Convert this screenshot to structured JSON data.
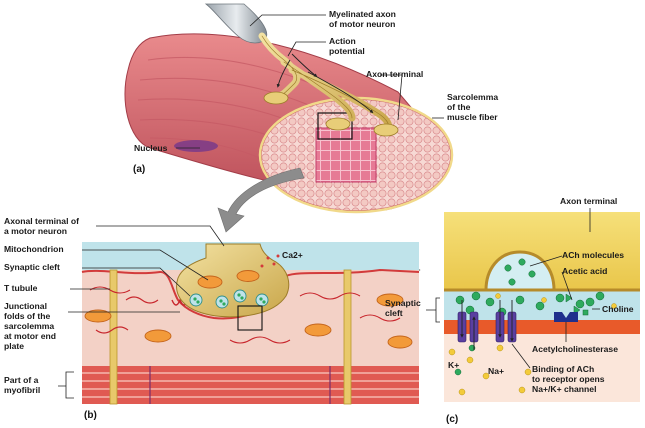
{
  "diagram": {
    "panels": {
      "a": "(a)",
      "b": "(b)",
      "c": "(c)"
    },
    "panel_a_labels": {
      "myelinated_axon_line1": "Myelinated axon",
      "myelinated_axon_line2": "of motor neuron",
      "action_potential_line1": "Action",
      "action_potential_line2": "potential",
      "axon_terminal": "Axon terminal",
      "sarcolemma_line1": "Sarcolemma",
      "sarcolemma_line2": "of the",
      "sarcolemma_line3": "muscle fiber",
      "nucleus": "Nucleus"
    },
    "panel_b_labels": {
      "axonal_terminal_line1": "Axonal terminal of",
      "axonal_terminal_line2": "a motor neuron",
      "mitochondrion": "Mitochondrion",
      "synaptic_cleft": "Synaptic cleft",
      "t_tubule": "T tubule",
      "junctional_line1": "Junctional",
      "junctional_line2": "folds of the",
      "junctional_line3": "sarcolemma",
      "junctional_line4": "at motor end",
      "junctional_line5": "plate",
      "myofibril_line1": "Part of a",
      "myofibril_line2": "myofibril",
      "calcium": "Ca2+"
    },
    "panel_c_labels": {
      "axon_terminal": "Axon terminal",
      "ach_molecules": "ACh molecules",
      "acetic_acid": "Acetic acid",
      "choline": "Choline",
      "synaptic_line1": "Synaptic",
      "synaptic_line2": "cleft",
      "acetylcholinesterase": "Acetylcholinesterase",
      "potassium": "K+",
      "sodium": "Na+",
      "binding_line1": "Binding of ACh",
      "binding_line2": "to receptor opens",
      "binding_line3": "Na+/K+ channel"
    },
    "colors": {
      "muscle": "#d9737a",
      "muscle_dark": "#b94a55",
      "muscle_light": "#f2b7b3",
      "axon": "#e2c878",
      "axon_dark": "#b89a3c",
      "cleft": "#bfe3ea",
      "membrane": "#e85a2a",
      "receptor": "#5a3fa0",
      "ach": "#2eaa5e",
      "ion": "#f3cb3a",
      "enzyme": "#1f2f8c",
      "arrow_gray": "#8c8c8c"
    }
  }
}
